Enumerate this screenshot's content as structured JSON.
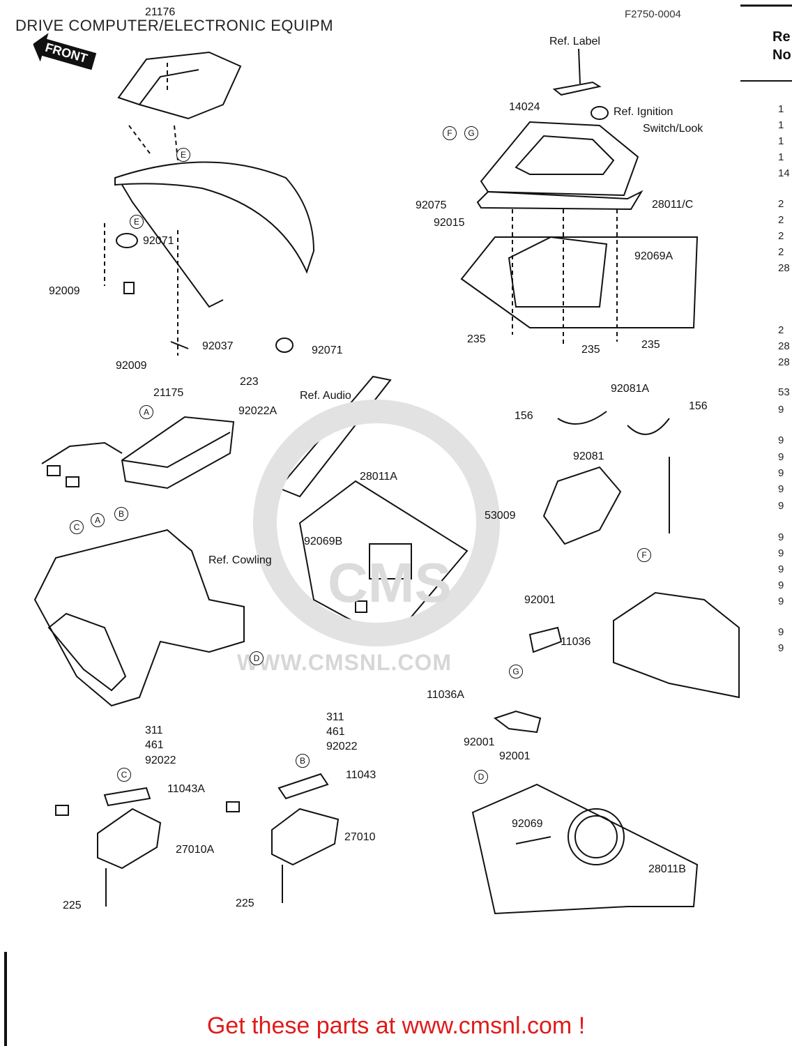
{
  "header": {
    "title": "DRIVE COMPUTER/ELECTRONIC EQUIPM",
    "drawing_code": "F2750-0004"
  },
  "front_arrow": "FRONT",
  "part_labels": [
    "21176",
    "Ref. Label",
    "14024",
    "Ref. Ignition",
    "Switch/Look",
    "92075",
    "28011/C",
    "92015",
    "92069A",
    "235",
    "235",
    "235",
    "92071",
    "92009",
    "92037",
    "92071",
    "92009",
    "223",
    "21175",
    "92022A",
    "Ref. Audio",
    "92081A",
    "156",
    "156",
    "92081",
    "28011A",
    "92069B",
    "53009",
    "Ref. Cowling",
    "92001",
    "11036",
    "11036A",
    "92001",
    "92001",
    "311",
    "461",
    "92022",
    "11043A",
    "27010A",
    "225",
    "311",
    "461",
    "92022",
    "11043",
    "27010",
    "225",
    "92069",
    "28011B"
  ],
  "callouts": [
    "A",
    "B",
    "C",
    "D",
    "E",
    "F",
    "G"
  ],
  "watermark": {
    "brand": "CMS",
    "url": "WWW.CMSNL.COM"
  },
  "part_list_header": [
    "Re",
    "No"
  ],
  "part_list_fragments": [
    "1",
    "1",
    "1",
    "1",
    "14",
    "2",
    "2",
    "2",
    "2",
    "28",
    "2",
    "28",
    "28",
    "53",
    "9",
    "9",
    "9",
    "9",
    "9",
    "9",
    "9",
    "9",
    "9",
    "9",
    "9",
    "9",
    "9"
  ],
  "footer": "Get these parts at www.cmsnl.com !"
}
